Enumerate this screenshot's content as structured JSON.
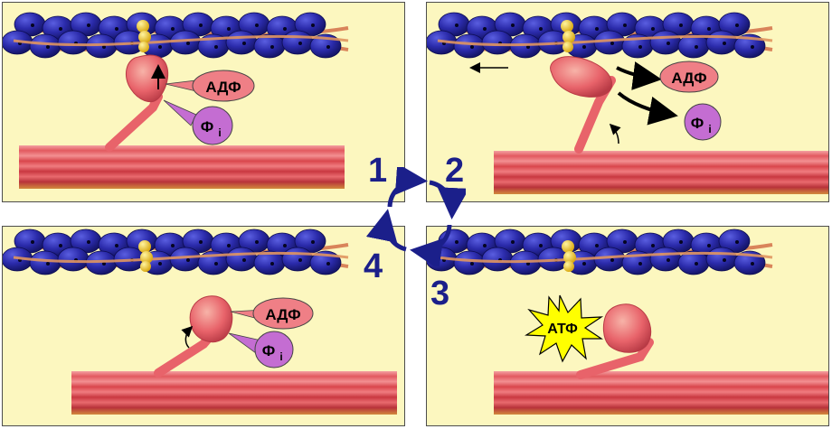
{
  "labels": {
    "adp": "АДФ",
    "pi": "Ф",
    "pi_sub": "i",
    "atp": "АТФ"
  },
  "steps": {
    "one": "1",
    "two": "2",
    "three": "3",
    "four": "4"
  },
  "colors": {
    "panel_bg": "#fcf7bf",
    "actin_blue": "#2b2bab",
    "tropomyosin": "#d9845a",
    "troponin": "#f0c429",
    "myosin": "#e8636a",
    "adp_label": "#ef7f86",
    "pi_label": "#c46dd2",
    "atp_star": "#ffff00",
    "cycle_arrow": "#1b1f8a"
  },
  "icons": [
    "actin-filament-icon",
    "myosin-head-icon",
    "adp-bubble-icon",
    "phosphate-bubble-icon",
    "atp-star-icon",
    "cycle-arrows-icon"
  ]
}
